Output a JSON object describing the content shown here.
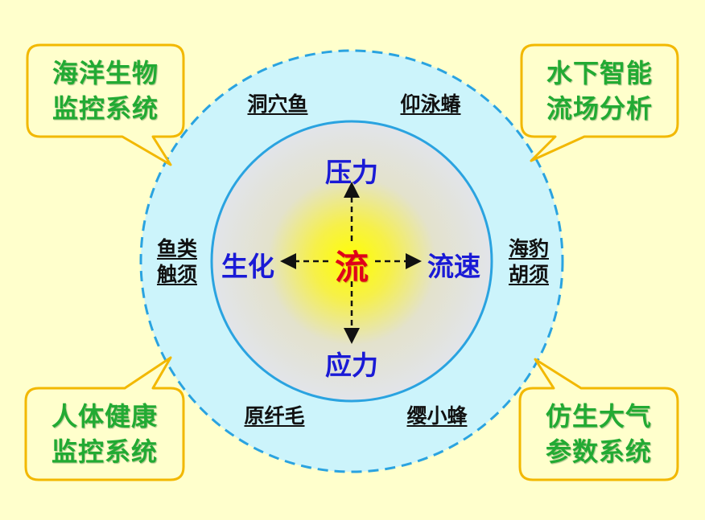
{
  "center": {
    "label": "流"
  },
  "directions": {
    "top": "压力",
    "bottom": "应力",
    "left": "生化",
    "right": "流速"
  },
  "organisms": {
    "cave_fish": "洞穴鱼",
    "backswimmer": "仰泳蝽",
    "fish_lateral_line": [
      "鱼类",
      "触须"
    ],
    "seal_whiskers": [
      "海豹",
      "胡须"
    ],
    "primary_cilia": "原纤毛",
    "bee": "缨小蜂"
  },
  "applications": {
    "top_left": [
      "海洋生物",
      "监控系统"
    ],
    "top_right": [
      "水下智能",
      "流场分析"
    ],
    "bottom_left": [
      "人体健康",
      "监控系统"
    ],
    "bottom_right": [
      "仿生大气",
      "参数系统"
    ]
  },
  "colors": {
    "background": "#ffffcc",
    "outer_circle_fill": "#ccf4fb",
    "dashed_border": "#2aa3e0",
    "bubble_border": "#f2b800",
    "bubble_text": "#22aa33",
    "direction_text": "#1a1ad6",
    "center_text": "#e0001a"
  }
}
